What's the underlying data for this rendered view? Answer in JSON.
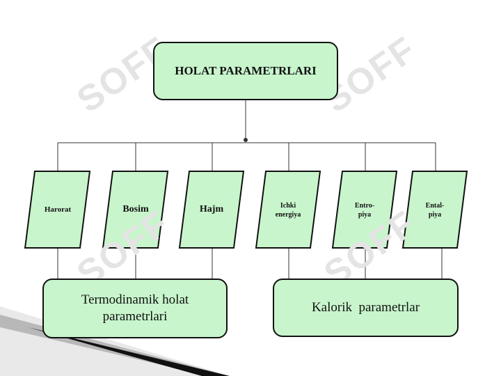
{
  "watermark": "SOFF",
  "colors": {
    "box_fill": "#c8f5cc",
    "stroke": "#111111",
    "watermark": "#e4e4e4"
  },
  "top_box": {
    "label": "HOLAT PARAMETRLARI"
  },
  "parameters": [
    {
      "label": "Harorat"
    },
    {
      "label": "Bosim"
    },
    {
      "label": "Hajm"
    },
    {
      "label": "Ichki\nenergiya"
    },
    {
      "label": "Entro-\npiya"
    },
    {
      "label": "Ental-\npiya"
    }
  ],
  "groups": [
    {
      "label": "Termodinamik holat parametrlari"
    },
    {
      "label": "Kalorik  parametrlar"
    }
  ]
}
